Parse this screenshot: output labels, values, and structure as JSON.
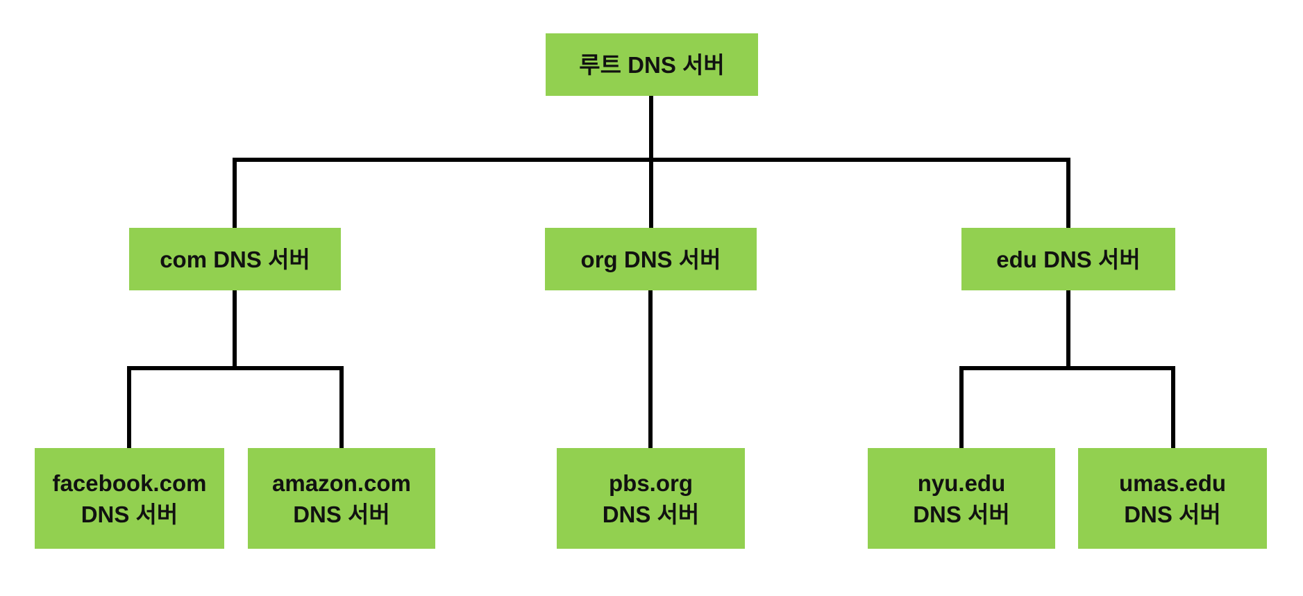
{
  "diagram": {
    "type": "tree",
    "nodes": {
      "root": {
        "label": "루트 DNS 서버"
      },
      "com": {
        "label": "com DNS 서버"
      },
      "org": {
        "label": "org DNS 서버"
      },
      "edu": {
        "label": "edu DNS 서버"
      },
      "facebook": {
        "label": "facebook.com\nDNS 서버"
      },
      "amazon": {
        "label": "amazon.com\nDNS 서버"
      },
      "pbs": {
        "label": "pbs.org\nDNS 서버"
      },
      "nyu": {
        "label": "nyu.edu\nDNS 서버"
      },
      "umas": {
        "label": "umas.edu\nDNS 서버"
      }
    },
    "edges": [
      {
        "from": "root",
        "to": "com"
      },
      {
        "from": "root",
        "to": "org"
      },
      {
        "from": "root",
        "to": "edu"
      },
      {
        "from": "com",
        "to": "facebook"
      },
      {
        "from": "com",
        "to": "amazon"
      },
      {
        "from": "org",
        "to": "pbs"
      },
      {
        "from": "edu",
        "to": "nyu"
      },
      {
        "from": "edu",
        "to": "umas"
      }
    ]
  },
  "colors": {
    "node_fill": "#92d050",
    "line": "#000000",
    "text": "#111111",
    "background": "#ffffff"
  }
}
